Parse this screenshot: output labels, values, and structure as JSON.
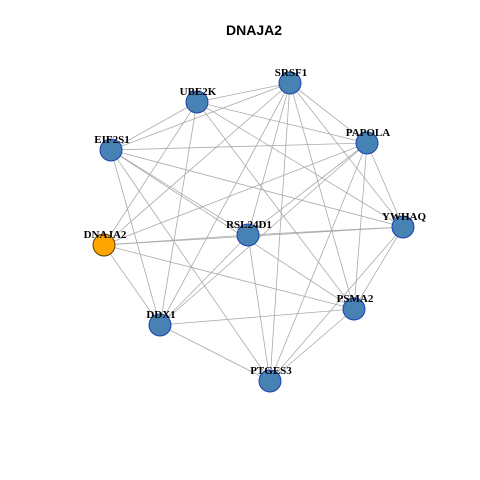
{
  "title": "DNAJA2",
  "colors": {
    "focus_node": "#FFA500",
    "focus_node_border": "#5a4200",
    "node": "#4682B4",
    "node_border": "#1c3fb0",
    "edge": "#aaaaaa"
  },
  "nodes": [
    {
      "id": "SRSF1",
      "label": "SRSF1",
      "focus": false
    },
    {
      "id": "UBE2K",
      "label": "UBE2K",
      "focus": false
    },
    {
      "id": "PAPOLA",
      "label": "PAPOLA",
      "focus": false
    },
    {
      "id": "EIF2S1",
      "label": "EIF2S1",
      "focus": false
    },
    {
      "id": "YWHAQ",
      "label": "YWHAQ",
      "focus": false
    },
    {
      "id": "RSL24D1",
      "label": "RSL24D1",
      "focus": false
    },
    {
      "id": "DNAJA2",
      "label": "DNAJA2",
      "focus": true
    },
    {
      "id": "PSMA2",
      "label": "PSMA2",
      "focus": false
    },
    {
      "id": "DDX1",
      "label": "DDX1",
      "focus": false
    },
    {
      "id": "PTGES3",
      "label": "PTGES3",
      "focus": false
    }
  ],
  "edges": [
    [
      "SRSF1",
      "UBE2K"
    ],
    [
      "SRSF1",
      "EIF2S1"
    ],
    [
      "SRSF1",
      "PAPOLA"
    ],
    [
      "SRSF1",
      "YWHAQ"
    ],
    [
      "SRSF1",
      "RSL24D1"
    ],
    [
      "SRSF1",
      "PSMA2"
    ],
    [
      "SRSF1",
      "DDX1"
    ],
    [
      "SRSF1",
      "PTGES3"
    ],
    [
      "SRSF1",
      "DNAJA2"
    ],
    [
      "UBE2K",
      "EIF2S1"
    ],
    [
      "UBE2K",
      "PAPOLA"
    ],
    [
      "UBE2K",
      "YWHAQ"
    ],
    [
      "UBE2K",
      "PSMA2"
    ],
    [
      "UBE2K",
      "DDX1"
    ],
    [
      "UBE2K",
      "DNAJA2"
    ],
    [
      "PAPOLA",
      "EIF2S1"
    ],
    [
      "PAPOLA",
      "YWHAQ"
    ],
    [
      "PAPOLA",
      "RSL24D1"
    ],
    [
      "PAPOLA",
      "PSMA2"
    ],
    [
      "PAPOLA",
      "DDX1"
    ],
    [
      "PAPOLA",
      "PTGES3"
    ],
    [
      "PAPOLA",
      "DNAJA2"
    ],
    [
      "EIF2S1",
      "YWHAQ"
    ],
    [
      "EIF2S1",
      "PSMA2"
    ],
    [
      "EIF2S1",
      "DDX1"
    ],
    [
      "EIF2S1",
      "PTGES3"
    ],
    [
      "EIF2S1",
      "RSL24D1"
    ],
    [
      "YWHAQ",
      "RSL24D1"
    ],
    [
      "YWHAQ",
      "PSMA2"
    ],
    [
      "YWHAQ",
      "PTGES3"
    ],
    [
      "YWHAQ",
      "DNAJA2"
    ],
    [
      "RSL24D1",
      "DDX1"
    ],
    [
      "RSL24D1",
      "PTGES3"
    ],
    [
      "RSL24D1",
      "DNAJA2"
    ],
    [
      "DNAJA2",
      "PSMA2"
    ],
    [
      "DNAJA2",
      "DDX1"
    ],
    [
      "DDX1",
      "PSMA2"
    ],
    [
      "DDX1",
      "PTGES3"
    ],
    [
      "PTGES3",
      "PSMA2"
    ]
  ]
}
